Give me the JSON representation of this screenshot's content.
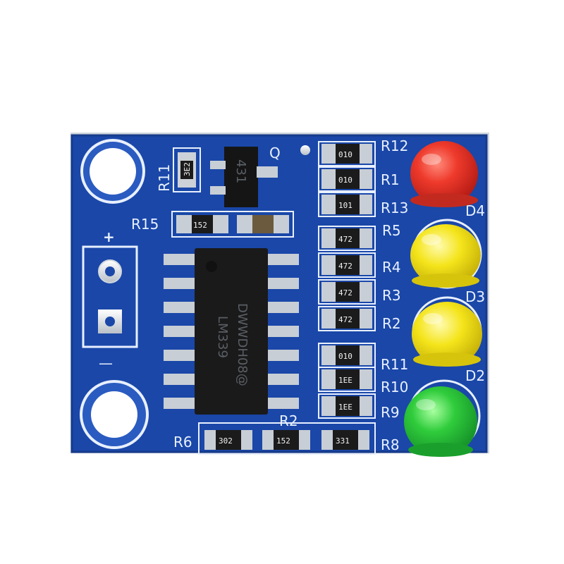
{
  "board": {
    "pcb_color": "#1a47a8",
    "silk_color": "#e8f0ff",
    "plus_symbol": "+",
    "minus_symbol": "—",
    "ic": {
      "marking_brand": "DWWDH08@",
      "marking_part": "LM339"
    },
    "transistor": {
      "marking": "431",
      "label": "Q"
    },
    "labels": {
      "r11": "R11",
      "r15": "R15",
      "q": "Q",
      "r12": "R12",
      "r1": "R1",
      "r13": "R13",
      "r5": "R5",
      "r4": "R4",
      "r3": "R3",
      "r2a": "R2",
      "r11b": "R11",
      "r10": "R10",
      "r9": "R9",
      "r8": "R8",
      "r6": "R6",
      "r2b": "R2",
      "d4": "D4",
      "d3": "D3",
      "d2": "D2"
    },
    "resistor_codes": {
      "r11": "3E2",
      "r15": "152",
      "col": [
        "010",
        "010",
        "101",
        "472",
        "472",
        "472",
        "472",
        "010",
        "1EE",
        "1EE"
      ],
      "bottom": [
        "302",
        "152",
        "331"
      ]
    },
    "leds": [
      {
        "color_name": "red",
        "color": "#e8332a"
      },
      {
        "color_name": "yellow",
        "color": "#f0e012"
      },
      {
        "color_name": "yellow",
        "color": "#f2e416"
      },
      {
        "color_name": "green",
        "color": "#28c83a"
      }
    ]
  }
}
